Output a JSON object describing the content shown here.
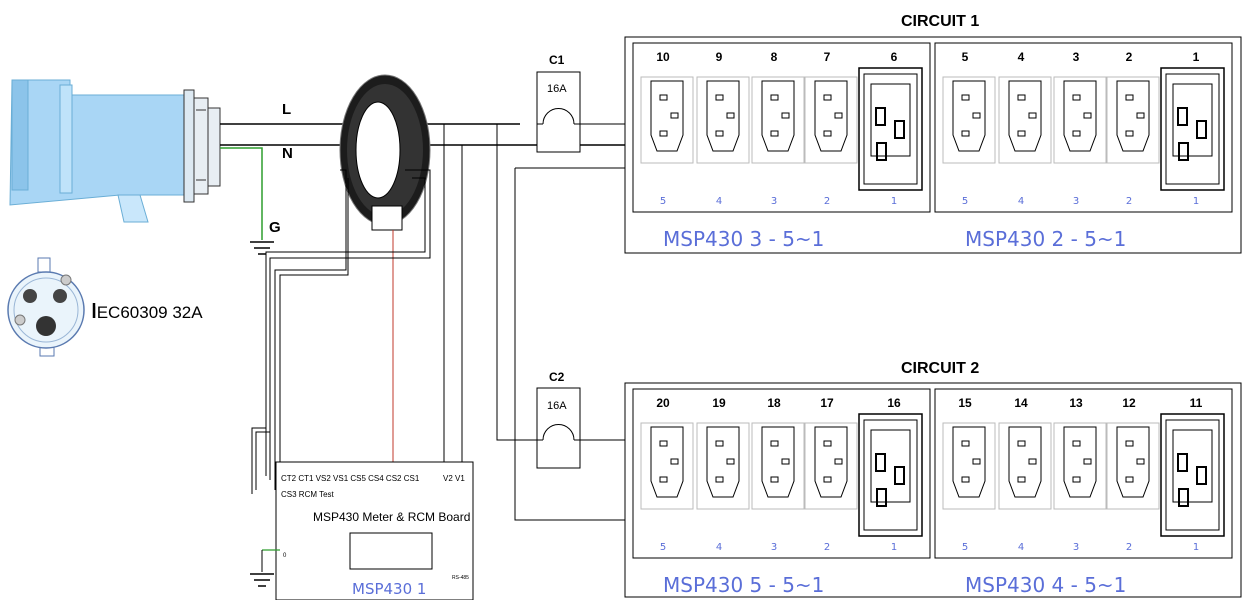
{
  "plug": {
    "wires": {
      "live": "L",
      "neutral": "N",
      "ground": "G"
    },
    "label": "IEC60309 32A"
  },
  "breakers": [
    {
      "name": "C1",
      "rating": "16A"
    },
    {
      "name": "C2",
      "rating": "16A"
    }
  ],
  "circuits": [
    {
      "title": "CIRCUIT 1",
      "strips": [
        {
          "label": "MSP430 3 - 5~1",
          "numbers": [
            "10",
            "9",
            "8",
            "7",
            "6"
          ],
          "sub": [
            "5",
            "4",
            "3",
            "2",
            "1"
          ]
        },
        {
          "label": "MSP430 2 - 5~1",
          "numbers": [
            "5",
            "4",
            "3",
            "2",
            "1"
          ],
          "sub": [
            "5",
            "4",
            "3",
            "2",
            "1"
          ]
        }
      ]
    },
    {
      "title": "CIRCUIT 2",
      "strips": [
        {
          "label": "MSP430 5 - 5~1",
          "numbers": [
            "20",
            "19",
            "18",
            "17",
            "16"
          ],
          "sub": [
            "5",
            "4",
            "3",
            "2",
            "1"
          ]
        },
        {
          "label": "MSP430 4 - 5~1",
          "numbers": [
            "15",
            "14",
            "13",
            "12",
            "11"
          ],
          "sub": [
            "5",
            "4",
            "3",
            "2",
            "1"
          ]
        }
      ]
    }
  ],
  "board": {
    "pins": "CT2 CT1 VS2 VS1 CS5 CS4  CS2 CS1",
    "pins_right": "V2  V1",
    "pins_row2": "CS3 RCM Test",
    "title": "MSP430 Meter & RCM Board",
    "id_label": "MSP430 1",
    "rs_label": "RS-485",
    "left_pin": "0"
  },
  "colors": {
    "ground_wire": "#2f9e2f",
    "signal_wire": "#c0392b",
    "label_blue": "#5a6ed8",
    "plug_blue": "#a9d6f5"
  }
}
